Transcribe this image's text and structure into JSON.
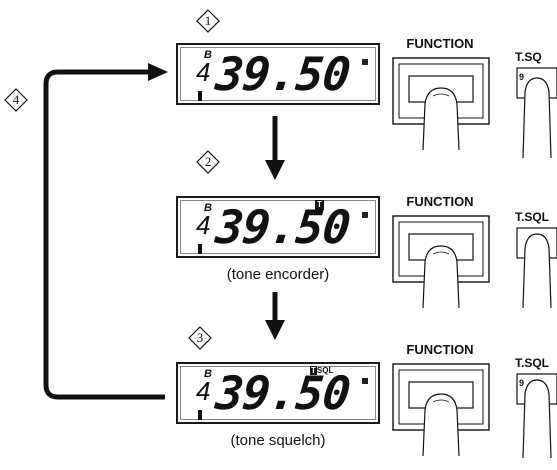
{
  "steps": [
    "1",
    "2",
    "3",
    "4"
  ],
  "display": {
    "frequency": "39.50",
    "band_flag": "B",
    "first_digit": "4",
    "tone_flag": "T",
    "tsql_flag_t": "T",
    "tsql_flag_rest": "SQL"
  },
  "captions": {
    "encoder": "(tone encorder)",
    "squelch": "(tone squelch)"
  },
  "keys": {
    "function_label": "FUNCTION",
    "tsq_label": "T.SQ",
    "tsq_label_cut": "T.SQL",
    "tsq_number": "9"
  }
}
